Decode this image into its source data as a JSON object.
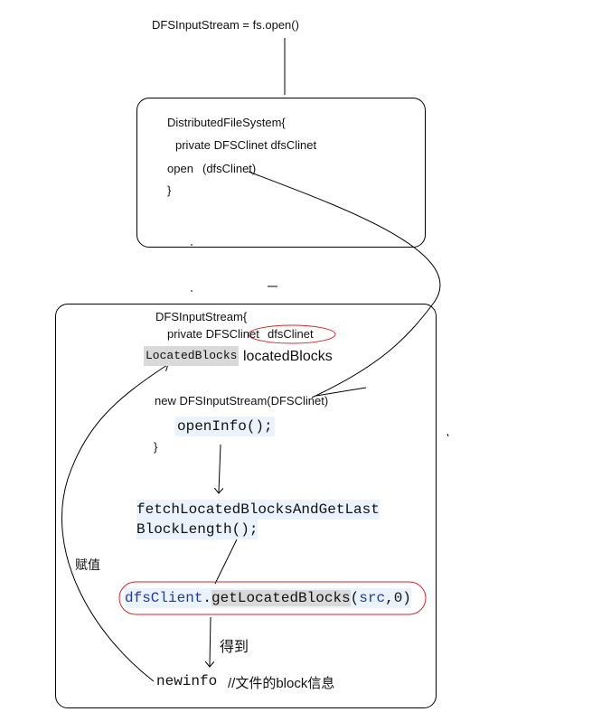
{
  "top_call": "DFSInputStream = fs.open()",
  "box1": {
    "line1": "DistributedFileSystem{",
    "line2": "private DFSClinet dfsClinet",
    "line3": "open",
    "line3_arg": "(dfsClinet)",
    "line4": "}"
  },
  "box2": {
    "line1": "DFSInputStream{",
    "line2_prefix": "private DFSClinet",
    "line2_field": "dfsClinet",
    "line3_type": "LocatedBlocks",
    "line3_name": "locatedBlocks",
    "ctor": "new DFSInputStream(DFSClinet)",
    "open_info": "openInfo();",
    "close": "}",
    "fetch_line1": "fetchLocatedBlocksAndGetLast",
    "fetch_line2": "BlockLength();",
    "get_obj": "dfsClient",
    "get_dot": ".",
    "get_method": "getLocatedBlocks",
    "get_paren_open": "(",
    "get_arg1": "src",
    "get_comma": ",",
    "get_arg2": "0",
    "get_paren_close": ")",
    "get_label": "得到",
    "assign_label": "赋值",
    "newinfo": "newinfo",
    "newinfo_comment": "//文件的block信息"
  },
  "colors": {
    "ellipse": "#d9262c",
    "code_keyword": "#1f3aa8",
    "code_highlight_bg": "#eaf2fb",
    "type_highlight_bg": "#d9d9d9"
  }
}
